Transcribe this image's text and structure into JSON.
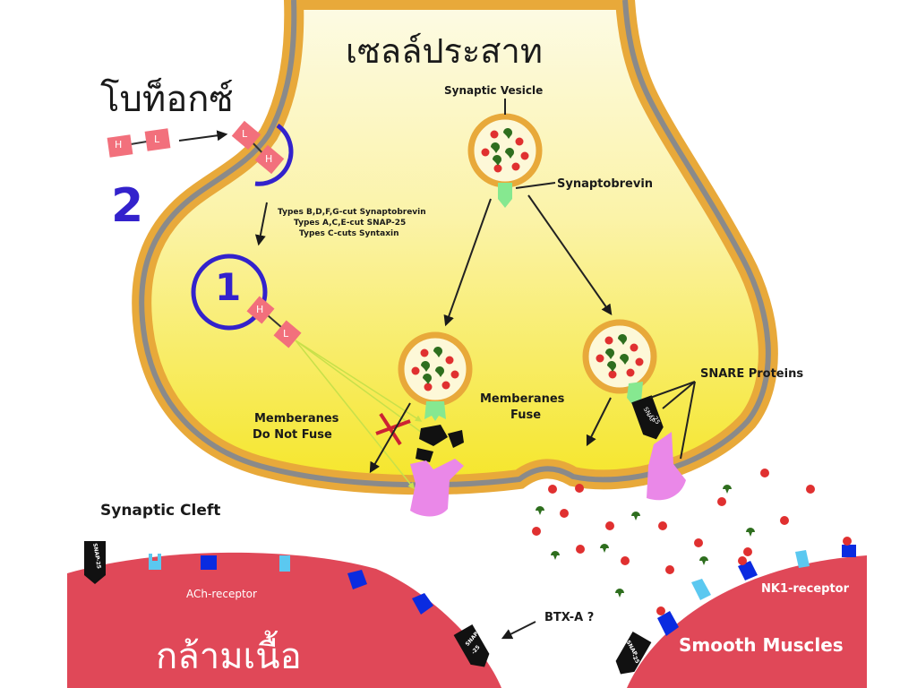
{
  "title": {
    "neuron_thai": "เซลล์ประสาท",
    "botox_thai": "โบท็อกซ์",
    "muscle_thai": "กล้ามเนื้อ"
  },
  "labels": {
    "synaptic_vesicle": "Synaptic Vesicle",
    "synaptobrevin": "Synaptobrevin",
    "types_line1": "Types B,D,F,G-cut Synaptobrevin",
    "types_line2": "Types A,C,E-cut SNAP-25",
    "types_line3": "Types C-cuts Syntaxin",
    "membranes_fuse_1": "Memberanes",
    "membranes_fuse_2": "Fuse",
    "membranes_not_fuse_1": "Memberanes",
    "membranes_not_fuse_2": "Do Not  Fuse",
    "snare_proteins": "SNARE Proteins",
    "synaptic_cleft": "Synaptic Cleft",
    "ach_receptor": "ACh-receptor",
    "nk1_receptor": "NK1-receptor",
    "smooth_muscles": "Smooth Muscles",
    "btx_a": "BTX-A ?"
  },
  "steps": {
    "step1": "1",
    "step2": "2"
  },
  "toxin": {
    "heavy_chain": "H",
    "light_chain": "L"
  },
  "snap25": {
    "line1": "SNAP",
    "line2": "-25"
  },
  "colors": {
    "cytoplasm_top": "#fdfbe6",
    "cytoplasm_bottom": "#f5e62a",
    "membrane_outer": "#e8a93a",
    "membrane_inner": "#8a8a8a",
    "toxin_box": "#f2707c",
    "step_blue": "#3322cc",
    "muscle_red": "#e04858",
    "receptor_dark": "#0a2be0",
    "receptor_light": "#5bc8f0",
    "neurotransmitter_red": "#e03030",
    "neurotransmitter_green": "#2e6e1e",
    "synaptobrevin_green": "#86e890",
    "syntaxin_pink": "#ea88e8",
    "cut_mark_red": "#cc2233"
  }
}
